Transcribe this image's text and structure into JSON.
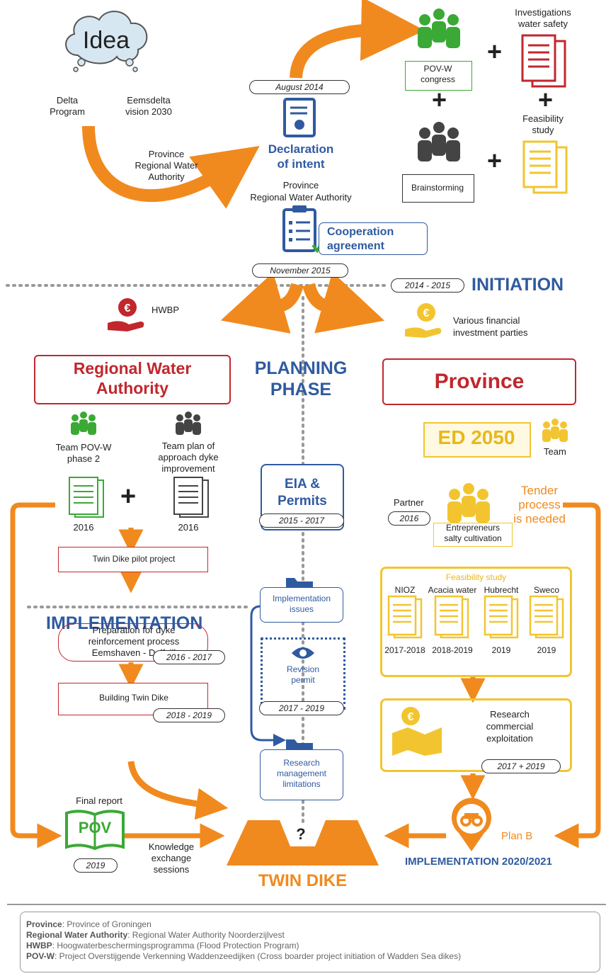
{
  "idea": {
    "label": "Idea",
    "source1": "Delta\nProgram",
    "source2": "Eemsdelta\nvision 2030"
  },
  "arrow_label_1": "Province\nRegional Water\nAuthority",
  "aug2014": "August 2014",
  "declaration": "Declaration\nof intent",
  "province_rwa_2": "Province\nRegional Water Authority",
  "cooperation": "Cooperation\nagreement",
  "nov2015": "November 2015",
  "povw_congress": "POV-W\ncongress",
  "brainstorming": "Brainstorming",
  "investigations": "Investigations\nwater safety",
  "feasibility_top": "Feasibility\nstudy",
  "initiation_years": "2014 - 2015",
  "initiation": "INITIATION",
  "hwbp": "HWBP",
  "financial": "Various financial\ninvestment parties",
  "planning": "PLANNING\nPHASE",
  "rwa": "Regional Water\nAuthority",
  "province": "Province",
  "team_povw": "Team POV-W\nphase 2",
  "team_plan": "Team plan of\napproach dyke\nimprovement",
  "year_2016a": "2016",
  "year_2016b": "2016",
  "ed2050": "ED 2050",
  "team": "Team",
  "eia": "EIA &\nPermits",
  "eia_years": "2015 - 2017",
  "partner": "Partner",
  "partner_year": "2016",
  "tender": "Tender\nprocess\nis needed",
  "entrepreneurs": "Entrepreneurs\nsalty cultivation",
  "twin_pilot": "Twin Dike pilot project",
  "implementation_heading": "IMPLEMENTATION",
  "impl_issues": "Implementation\nissues",
  "revision": "Revision\npermit",
  "revision_years": "2017 - 2019",
  "feasibility_study": "Feasibility study",
  "studies": [
    {
      "name": "NIOZ",
      "year": "2017-2018"
    },
    {
      "name": "Acacia water",
      "year": "2018-2019"
    },
    {
      "name": "Hubrecht",
      "year": "2019"
    },
    {
      "name": "Sweco",
      "year": "2019"
    }
  ],
  "preparation": "Preparation for dyke\nreinforcement process\nEemshaven - Delfzijl",
  "prep_years": "2016 - 2017",
  "building": "Building Twin Dike",
  "building_years": "2018 - 2019",
  "research_commercial": "Research\ncommercial\nexploitation",
  "research_years": "2017 + 2019",
  "research_mgmt": "Research\nmanagement\nlimitations",
  "final_report": "Final report",
  "pov": "POV",
  "report_year": "2019",
  "knowledge": "Knowledge\nexchange\nsessions",
  "question": "?",
  "twin_dike": "TWIN DIKE",
  "plan_b": "Plan B",
  "impl_2020": "IMPLEMENTATION 2020/2021",
  "legend": [
    {
      "term": "Province",
      "desc": ": Province of Groningen"
    },
    {
      "term": "Regional Water Authority",
      "desc": ": Regional Water Authority Noorderzijlvest"
    },
    {
      "term": "HWBP",
      "desc": ": Hoogwaterbeschermingsprogramma (Flood Protection Program)"
    },
    {
      "term": "POV-W",
      "desc": ": Project Overstijgende Verkenning Waddenzeedijken (Cross boarder project initiation of Wadden Sea dikes)"
    }
  ],
  "colors": {
    "orange": "#f08a1e",
    "blue": "#2f5aa0",
    "red": "#c1272d",
    "green": "#3aa935",
    "yellow": "#f2c530",
    "gray": "#444444"
  }
}
